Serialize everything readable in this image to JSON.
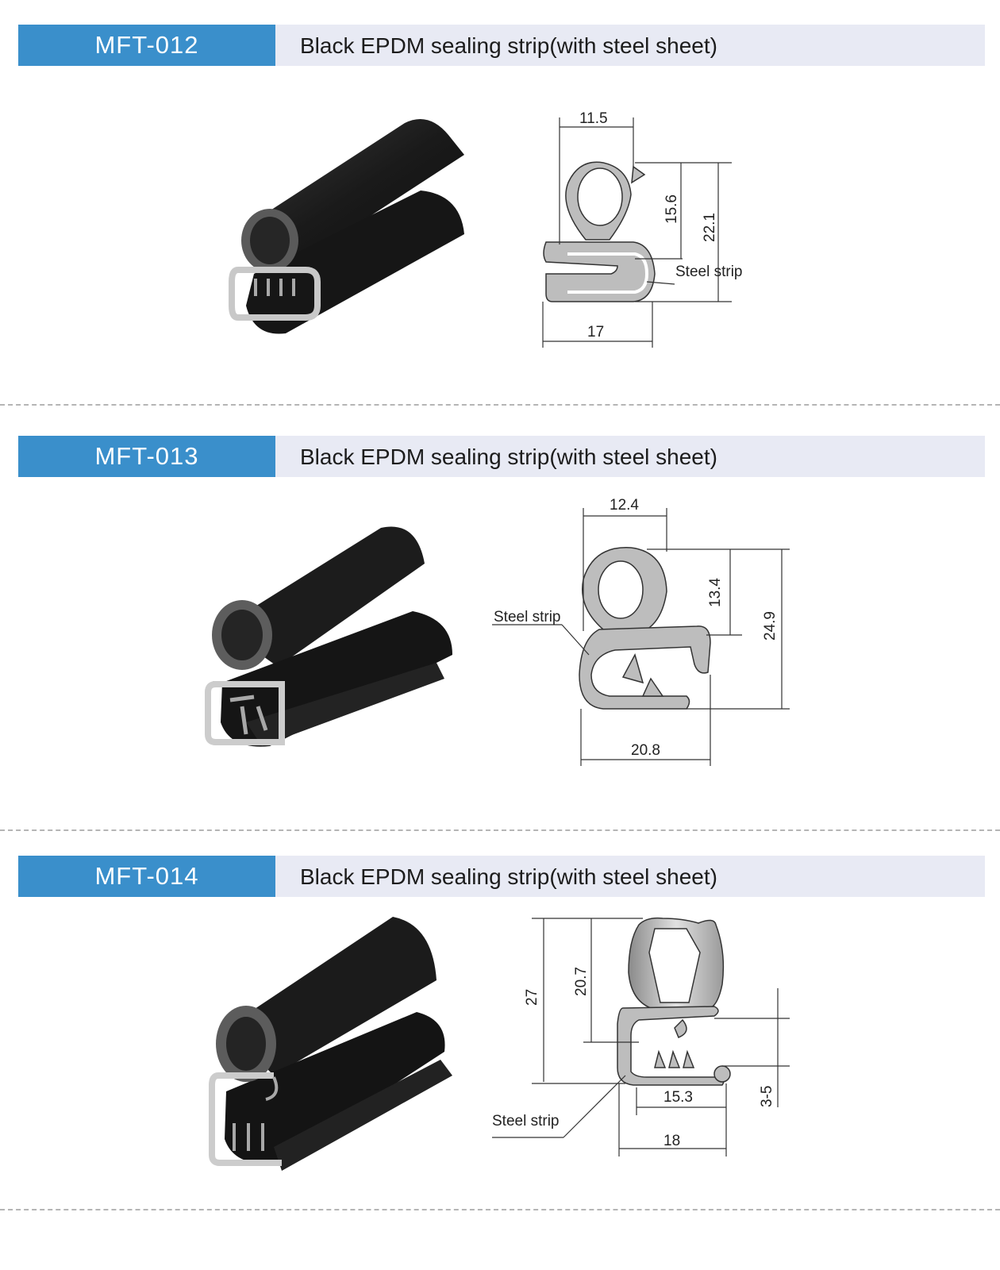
{
  "products": [
    {
      "code": "MFT-012",
      "title": "Black EPDM sealing strip(with steel sheet)",
      "dimensions": {
        "width_top": "11.5",
        "height_bulb": "15.6",
        "height_total": "22.1",
        "width_base": "17"
      },
      "callout": "Steel strip"
    },
    {
      "code": "MFT-013",
      "title": "Black EPDM sealing strip(with steel sheet)",
      "dimensions": {
        "width_top": "12.4",
        "height_bulb": "13.4",
        "height_total": "24.9",
        "width_base": "20.8"
      },
      "callout": "Steel strip"
    },
    {
      "code": "MFT-014",
      "title": "Black EPDM sealing strip(with steel sheet)",
      "dimensions": {
        "height_total": "27",
        "height_bulb": "20.7",
        "width_inner": "15.3",
        "width_base": "18",
        "grip_range": "3-5"
      },
      "callout": "Steel strip"
    }
  ],
  "colors": {
    "code_bg": "#3a8fcb",
    "header_bg": "#e8eaf4",
    "rubber": "#1e1e1e",
    "steel": "#c9c9c9",
    "profile_fill": "#bdbdbd"
  }
}
